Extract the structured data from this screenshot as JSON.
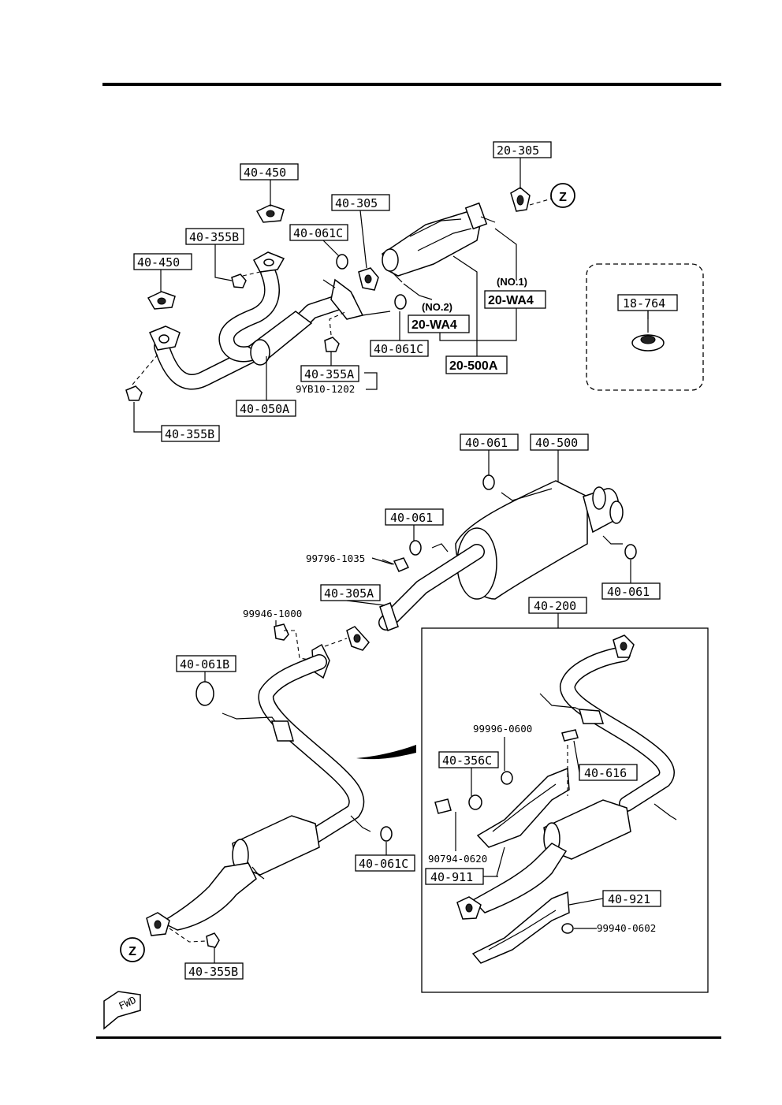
{
  "labels": {
    "l_20_305": "20-305",
    "l_40_450_a": "40-450",
    "l_40_305": "40-305",
    "l_40_061c_a": "40-061C",
    "l_40_355b_a": "40-355B",
    "l_40_450_b": "40-450",
    "l_no1": "(NO.1)",
    "l_20_wa4_a": "20-WA4",
    "l_no2": "(NO.2)",
    "l_20_wa4_b": "20-WA4",
    "l_40_061c_b": "40-061C",
    "l_40_355a": "40-355A",
    "l_9yb10": "9YB10-1202",
    "l_20_500a": "20-500A",
    "l_40_050a": "40-050A",
    "l_40_355b_b": "40-355B",
    "l_18_764": "18-764",
    "l_40_061_a": "40-061",
    "l_40_500": "40-500",
    "l_40_061_b": "40-061",
    "l_99796": "99796-1035",
    "l_40_305a": "40-305A",
    "l_40_061_c": "40-061",
    "l_99946": "99946-1000",
    "l_40_200": "40-200",
    "l_40_061b": "40-061B",
    "l_99996": "99996-0600",
    "l_40_356c": "40-356C",
    "l_40_616": "40-616",
    "l_40_061c_c": "40-061C",
    "l_90794": "90794-0620",
    "l_40_911": "40-911",
    "l_40_921": "40-921",
    "l_99940": "99940-0602",
    "l_40_355b_c": "40-355B",
    "z_top": "Z",
    "z_bottom": "Z",
    "fwd": "FWD"
  }
}
